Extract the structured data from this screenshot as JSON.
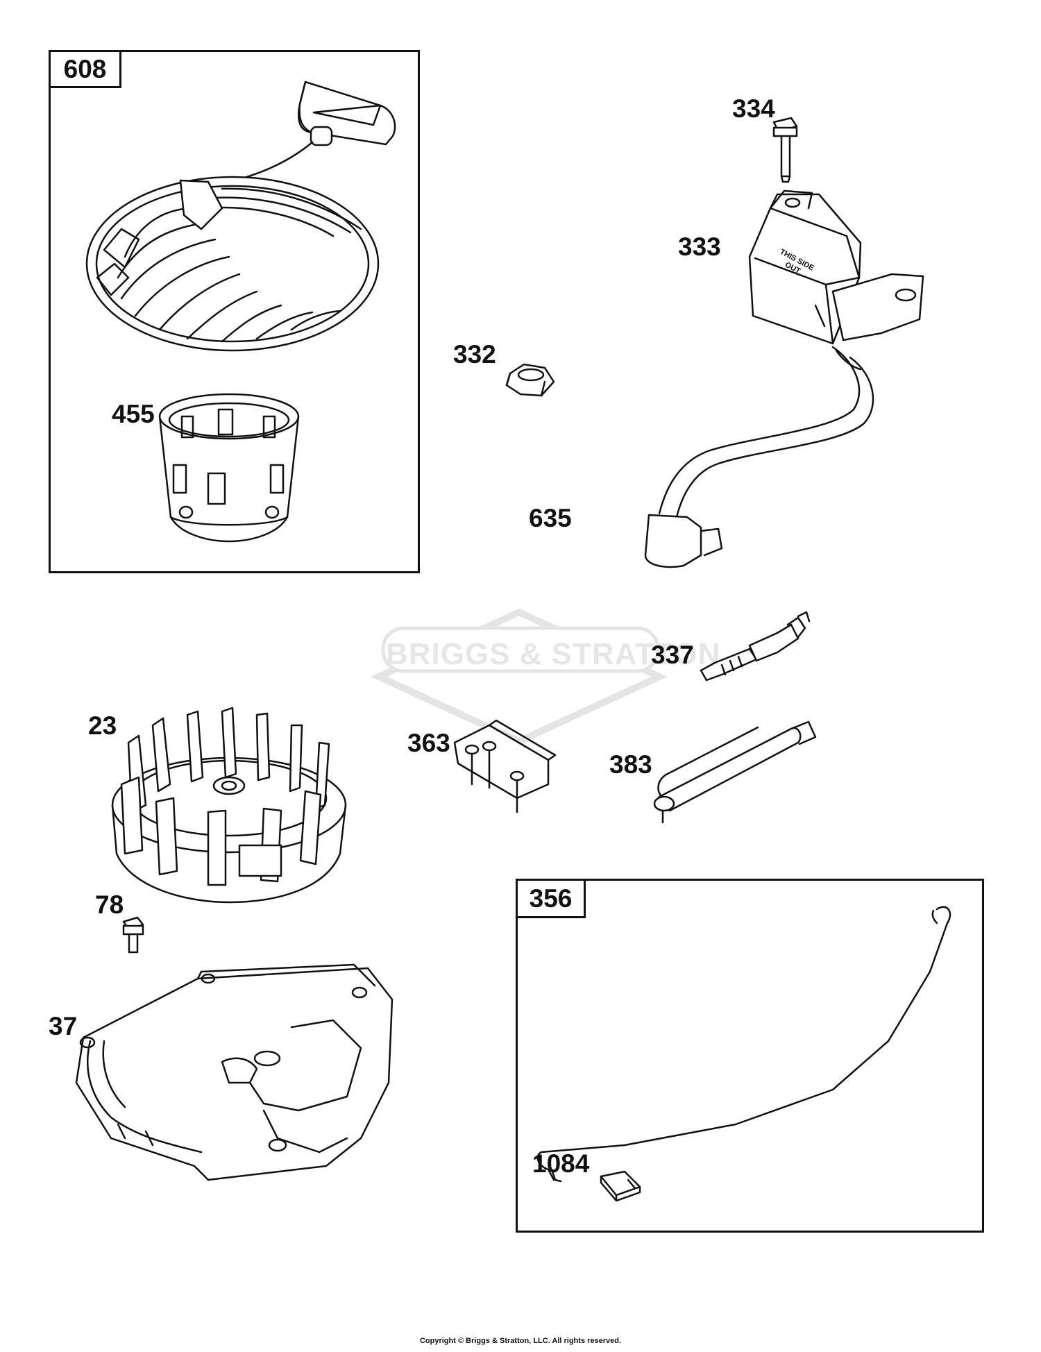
{
  "callouts": {
    "p608": "608",
    "p455": "455",
    "p334": "334",
    "p333": "333",
    "p332": "332",
    "p635": "635",
    "p337": "337",
    "p23": "23",
    "p363": "363",
    "p383": "383",
    "p78": "78",
    "p37": "37",
    "p356": "356",
    "p1084": "1084"
  },
  "coil_marking": {
    "line1": "THIS SIDE",
    "line2": "OUT"
  },
  "watermark": {
    "text": "BRIGGS & STRATTON"
  },
  "copyright": "Copyright © Briggs & Stratton, LLC. All rights reserved."
}
